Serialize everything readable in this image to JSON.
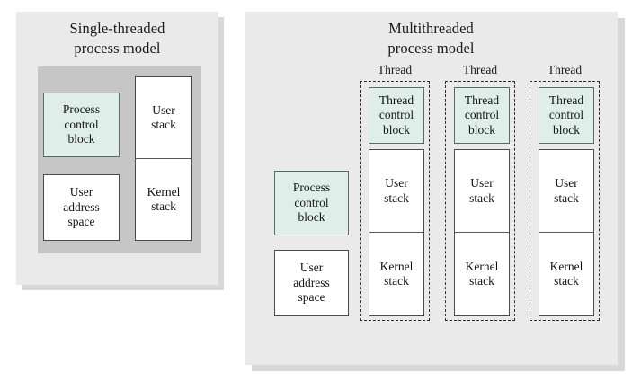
{
  "figure": {
    "kind": "thread-process-model-diagram",
    "background": "#ffffff"
  },
  "colors": {
    "panel_fill": "#eaeaea",
    "panel_shadow": "#d8d8d8",
    "inner_gray": "#c6c6c6",
    "box_fill": "#ffffff",
    "highlight_fill": "#dfeee8",
    "box_border": "#4a4a4a",
    "highlight_border": "#5d6b66",
    "dashed_border": "#2e2e2e",
    "text": "#1a1a1a"
  },
  "left_panel": {
    "title_line1": "Single-threaded",
    "title_line2": "process model",
    "boxes": {
      "process_control_block": "Process\ncontrol\nblock",
      "process_control_block_lines": [
        "Process",
        "control",
        "block"
      ],
      "user_address_space_lines": [
        "User",
        "address",
        "space"
      ],
      "user_stack_lines": [
        "User",
        "stack"
      ],
      "kernel_stack_lines": [
        "Kernel",
        "stack"
      ]
    }
  },
  "right_panel": {
    "title_line1": "Multithreaded",
    "title_line2": "process model",
    "process_boxes": {
      "process_control_block_lines": [
        "Process",
        "control",
        "block"
      ],
      "user_address_space_lines": [
        "User",
        "address",
        "space"
      ]
    },
    "thread_label": "Thread",
    "threads": [
      {
        "label": "Thread",
        "thread_control_block_lines": [
          "Thread",
          "control",
          "block"
        ],
        "user_stack_lines": [
          "User",
          "stack"
        ],
        "kernel_stack_lines": [
          "Kernel",
          "stack"
        ]
      },
      {
        "label": "Thread",
        "thread_control_block_lines": [
          "Thread",
          "control",
          "block"
        ],
        "user_stack_lines": [
          "User",
          "stack"
        ],
        "kernel_stack_lines": [
          "Kernel",
          "stack"
        ]
      },
      {
        "label": "Thread",
        "thread_control_block_lines": [
          "Thread",
          "control",
          "block"
        ],
        "user_stack_lines": [
          "User",
          "stack"
        ],
        "kernel_stack_lines": [
          "Kernel",
          "stack"
        ]
      }
    ]
  }
}
